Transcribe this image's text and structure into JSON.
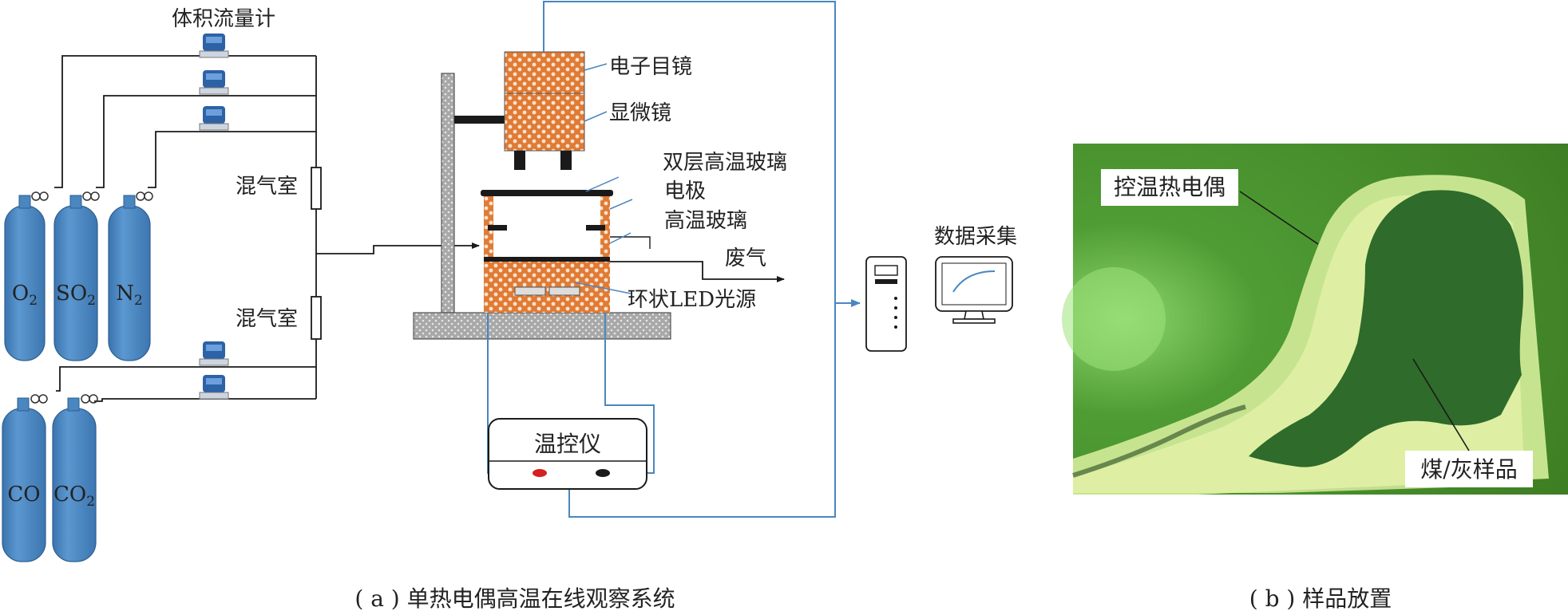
{
  "panel_a": {
    "caption": "( a ) 单热电偶高温在线观察系统",
    "flowmeter_label": "体积流量计",
    "mixing_chamber_1": "混气室",
    "mixing_chamber_2": "混气室",
    "cylinders_top": [
      "O2",
      "SO2",
      "N2"
    ],
    "cylinders_bottom": [
      "CO",
      "CO2"
    ],
    "camera_label": "电子目镜",
    "microscope_label": "显微镜",
    "double_glass_label": "双层高温玻璃",
    "electrode_label": "电极",
    "glass_label": "高温玻璃",
    "exhaust_label": "废气",
    "led_label": "环状LED光源",
    "data_label": "数据采集",
    "controller_label": "温控仪"
  },
  "panel_b": {
    "caption": "( b ) 样品放置",
    "thermocouple_label": "控温热电偶",
    "sample_label": "煤/灰样品"
  },
  "colors": {
    "cylinder": "#4a86c0",
    "hotstage": "#e07b35",
    "blue_line": "#4a86c0",
    "black": "#1a1a1a"
  }
}
